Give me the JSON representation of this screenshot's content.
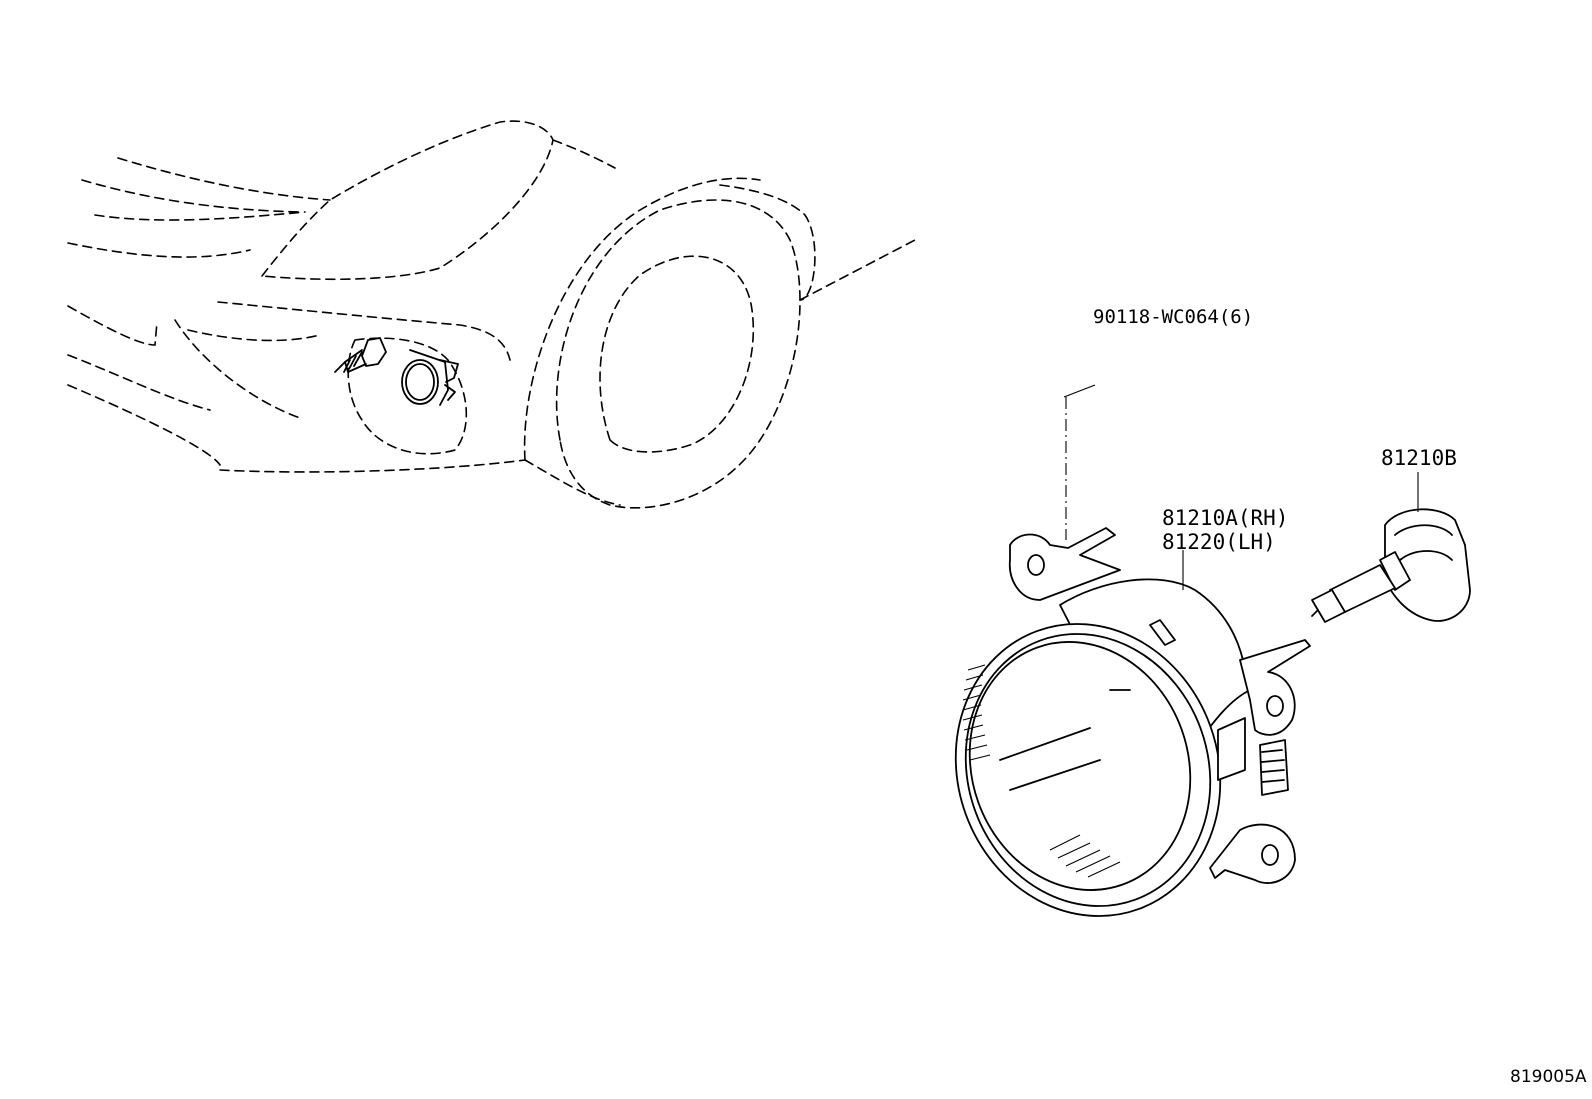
{
  "diagram": {
    "catalog_code": "819005A",
    "parts": [
      {
        "id": "screw",
        "label": "90118-WC064(6)",
        "icon": "screw-icon"
      },
      {
        "id": "bulb",
        "label": "81210B",
        "icon": "bulb-icon"
      },
      {
        "id": "fog-lamp-rh",
        "label": "81210A(RH)",
        "icon": "fog-lamp-icon"
      },
      {
        "id": "fog-lamp-lh",
        "label": "81220(LH)",
        "icon": "fog-lamp-icon"
      }
    ]
  }
}
